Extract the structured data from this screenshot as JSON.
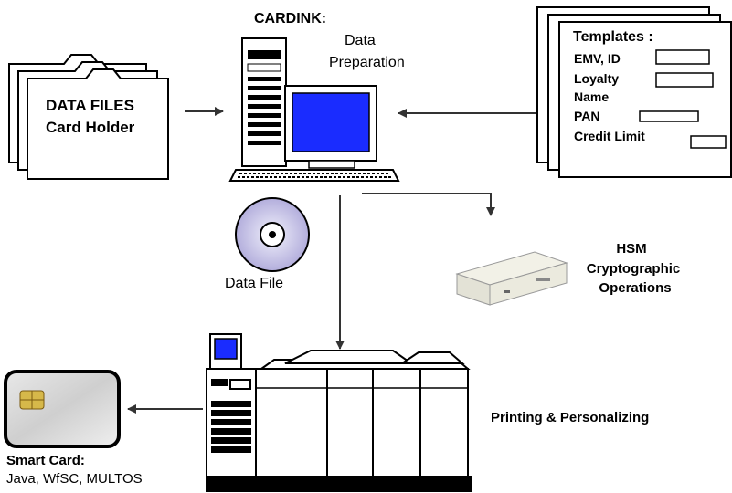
{
  "data_files": {
    "line1": "DATA FILES",
    "line2": "Card Holder"
  },
  "cardink": {
    "title": "CARDINK:",
    "line1": "Data",
    "line2": "Preparation"
  },
  "templates": {
    "title": "Templates :",
    "fields": [
      "EMV, ID",
      "Loyalty",
      "Name",
      "PAN",
      "Credit Limit"
    ]
  },
  "data_file": {
    "label": "Data File"
  },
  "hsm": {
    "line1": "HSM",
    "line2": "Cryptographic",
    "line3": "Operations"
  },
  "printing": {
    "label": "Printing &  Personalizing"
  },
  "smart_card": {
    "title": "Smart Card:",
    "subtitle": "Java, WfSC, MULTOS"
  },
  "colors": {
    "screen_blue": "#1a2cff",
    "cd_purple": "#c7c3e6",
    "line": "#333333"
  }
}
